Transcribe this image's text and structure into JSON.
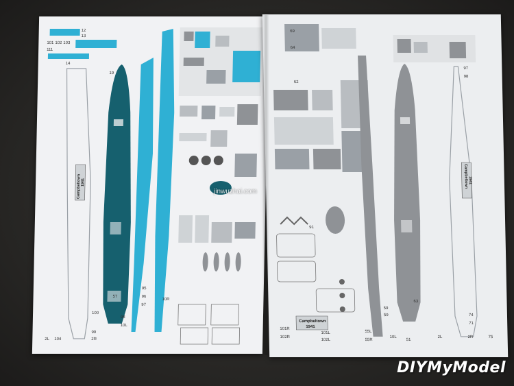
{
  "scene": "open paper model booklet with ship part sheets",
  "left_sheet": {
    "ship_label_name": "Campbeltown",
    "ship_label_year": "1941",
    "bottom_labels": [
      "2L",
      "104",
      "99",
      "2R",
      "100",
      "98",
      "10L",
      "10R"
    ],
    "side_numbers": [
      "14",
      "19",
      "57",
      "95",
      "96",
      "97",
      "101",
      "102",
      "103",
      "111",
      "13",
      "12"
    ]
  },
  "right_sheet": {
    "ship_label_name": "Campbeltown",
    "ship_label_year": "1941",
    "bottom_labels": [
      "101R",
      "102R",
      "101L",
      "102L",
      "55L",
      "55R",
      "59",
      "10L",
      "2L",
      "2R",
      "75"
    ],
    "side_numbers": [
      "69",
      "64",
      "63",
      "62",
      "59",
      "91",
      "97",
      "98",
      "74",
      "71",
      "51"
    ]
  },
  "watermark_text": "jinwuzhai.com",
  "brand_text": "DIYMyModel",
  "colors": {
    "hull_teal": "#16606e",
    "detail_cyan": "#2fb0d4",
    "hull_gray": "#8f9296",
    "paper": "#f1f2f4"
  }
}
